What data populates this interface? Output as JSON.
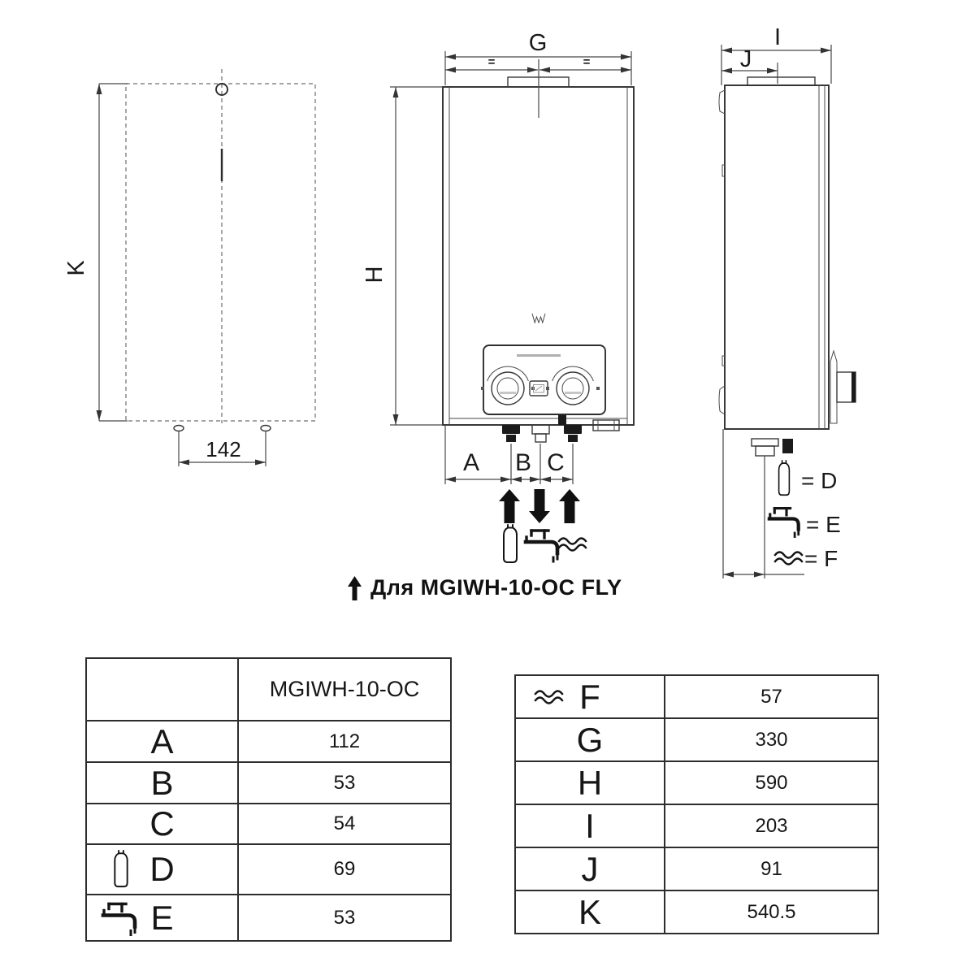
{
  "caption": {
    "arrow_icon": "up-arrow",
    "text": "Для MGIWH-10-OC FLY"
  },
  "left_view": {
    "height_label": "K",
    "mount_hole_spacing": "142"
  },
  "front_view": {
    "width_label": "G",
    "height_label": "H",
    "equal_mark": "=",
    "gas_dim_label": "A",
    "hot_water_dim_label": "B",
    "cold_water_dim_label": "C"
  },
  "side_view": {
    "depth_label": "I",
    "top_offset_label": "J",
    "legend": [
      {
        "icon": "gas-cylinder-icon",
        "text": "= D"
      },
      {
        "icon": "water-tap-icon",
        "text": "= E"
      },
      {
        "icon": "water-waves-icon",
        "text": "= F"
      }
    ]
  },
  "left_table": {
    "model_header": "MGIWH-10-OC",
    "rows": [
      {
        "label": "A",
        "value": "112",
        "icon": ""
      },
      {
        "label": "B",
        "value": "53",
        "icon": ""
      },
      {
        "label": "C",
        "value": "54",
        "icon": ""
      },
      {
        "label": "D",
        "value": "69",
        "icon": "gas-cylinder-icon"
      },
      {
        "label": "E",
        "value": "53",
        "icon": "water-tap-icon"
      }
    ]
  },
  "right_table": {
    "rows": [
      {
        "label": "F",
        "value": "57",
        "icon": "water-waves-icon"
      },
      {
        "label": "G",
        "value": "330",
        "icon": ""
      },
      {
        "label": "H",
        "value": "590",
        "icon": ""
      },
      {
        "label": "I",
        "value": "203",
        "icon": ""
      },
      {
        "label": "J",
        "value": "91",
        "icon": ""
      },
      {
        "label": "K",
        "value": "540.5",
        "icon": ""
      }
    ]
  },
  "colors": {
    "line": "#3a3a3a",
    "dark_fill": "#1b1b1b",
    "background": "#ffffff"
  }
}
